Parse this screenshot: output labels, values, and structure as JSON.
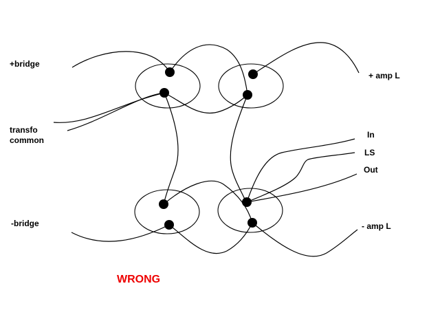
{
  "labels": {
    "plus_bridge": "+bridge",
    "transfo_line1": "transfo",
    "transfo_line2": "common",
    "minus_bridge": "-bridge",
    "plus_amp_l": "+ amp L",
    "minus_amp_l": "- amp L",
    "in": "In",
    "ls": "LS",
    "out": "Out"
  },
  "verdict": {
    "text": "WRONG",
    "color": "#ee0000"
  },
  "colors": {
    "line": "#000000",
    "background": "#ffffff"
  }
}
